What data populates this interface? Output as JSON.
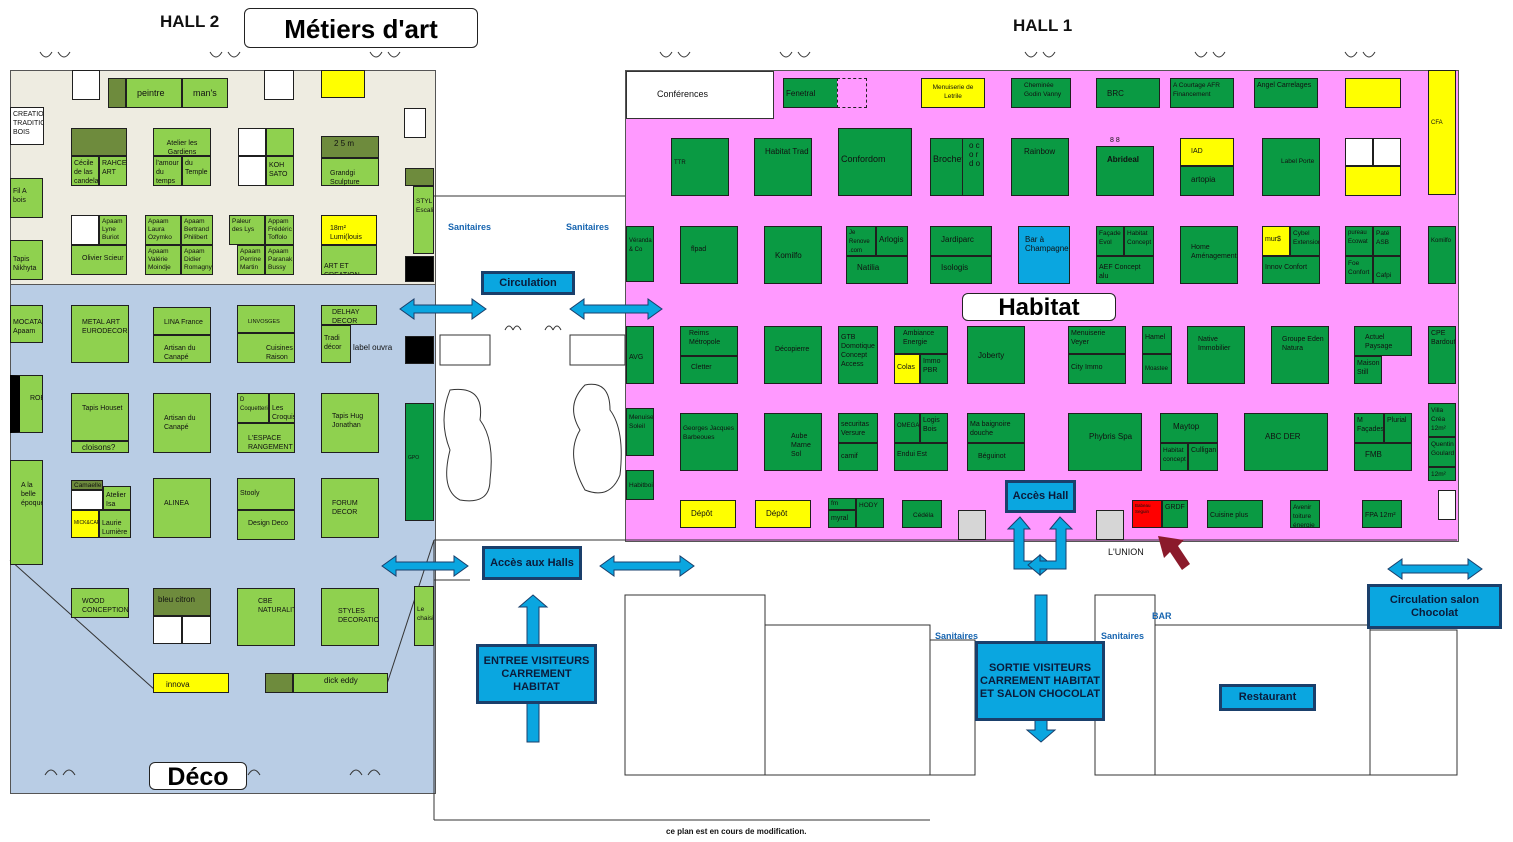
{
  "halls": {
    "hall2": "HALL 2",
    "hall1": "HALL 1"
  },
  "zones": {
    "metiers": "Métiers d'art",
    "deco": "Déco",
    "habitat": "Habitat"
  },
  "blue_labels": {
    "circulation": "Circulation",
    "acces_halls": "Accès aux Halls",
    "entree": "ENTREE VISITEURS CARREMENT HABITAT",
    "acces_hall": "Accès Hall",
    "sortie": "SORTIE VISITEURS CARREMENT HABITAT ET SALON CHOCOLAT",
    "restaurant": "Restaurant",
    "circulation_chocolat": "Circulation salon Chocolat"
  },
  "services": {
    "sanitaires_1": "Sanitaires",
    "sanitaires_2": "Sanitaires",
    "sanitaires_3": "Sanitaires",
    "sanitaires_4": "Sanitaires",
    "bar": "BAR",
    "lunion": "L'UNION",
    "conferences": "Conférences"
  },
  "footer": "ce plan est en cours de modification.",
  "colors": {
    "habitat": "#ff99ff",
    "metiers": "#eeece1",
    "deco": "#b9cde5",
    "stand_green": "#0a9a43",
    "stand_lightgreen": "#8fd14f",
    "yellow": "#ffff00",
    "blue_box": "#0aa6e0",
    "arrow": "#8b1a2b"
  },
  "hall2_stands": {
    "creation": "CREATION TRADITION BOIS",
    "fil": "Fil A bois",
    "tapis_nikhyta": "Tapis Nikhyta",
    "peintre": "peintre",
    "mans": "man's",
    "rahce": "RAHCE ART",
    "cecile": "Cécile de las candelas",
    "atelier_gardiens": "Atelier les Gardiens",
    "amour_temps": "l'amour du temps",
    "temple": "du Temple",
    "koh": "KOH SATO",
    "grandgi": "Grandgi Sculpture",
    "m25": "2 5 m",
    "apaam_lyne": "Apaam Lyne Buriot",
    "olivier": "Olivier Scieur",
    "apaam_laura": "Apaam Laura Ozymko",
    "apaam_valerie": "Apaam Valérie Moindje",
    "apaam_bertrand": "Apaam Bertrand Philibert",
    "apaam_didier": "Apaam Didier Romagny",
    "paleur": "Paleur des Lys",
    "apaam_perrine": "Apaam Perrine Martin",
    "apaam_frederic": "Appam Frédéric Toffolo",
    "apaam_paranak": "Apaam Paranak Bussy",
    "lumi": "18m² Lumi(louis",
    "art_creation": "ART ET CREATION",
    "styl": "STYL Escalier",
    "mocata": "MOCATA Apaam",
    "metal_art": "METAL ART EURODECOR",
    "lina": "LINA France",
    "artisan_canape1": "Artisan du Canapé",
    "linvosges": "LINVOSGES",
    "cuisines_raison": "Cuisines Raison",
    "delhay": "DELHAY DECOR",
    "tradi": "Tradi décor",
    "label_ouvra": "label ouvra",
    "robba": "ROBBA",
    "tapis_houset": "Tapis Houset",
    "cloisons": "cloisons?",
    "artisan_canape2": "Artisan du Canapé",
    "coquetteries": "D Coquetteries",
    "croquis": "Les Croquis",
    "espace_rangement": "L'ESPACE RANGEMENT",
    "tapis_hug": "Tapis Hug Jonathan",
    "gpo": "GPO",
    "belle_epoque": "A la belle époque",
    "camaelle": "Camaelle",
    "atelier_isa": "Atelier Isa",
    "mick": "MICK&CARO",
    "laurie": "Laurie Lumière",
    "alinea": "ALINEA",
    "stooly": "Stooly",
    "design_deco": "Design Deco",
    "forum": "FORUM DECOR",
    "wood": "WOOD CONCEPTION",
    "bleu_citron": "bleu citron",
    "cbe": "CBE NATURALIT",
    "styles_deco": "STYLES DECORATION",
    "chaisier": "Le chaisier",
    "innova": "innova",
    "dick": "dick eddy"
  },
  "hall1_stands": {
    "fenetral": "Fenetral",
    "menuiserie_letrille": "Menuiserie de Letrile",
    "cheminee": "Cheminée Godin Vanny",
    "brc": "BRC",
    "courtage": "A Courtage AFR Financement",
    "angel": "Angel Carrelages",
    "cfa": "CFA",
    "ttr": "TTR",
    "habitat_trad": "Habitat Trad",
    "confordom": "Confordom",
    "brochet": "Brochet",
    "ocordo": "o c o r d o",
    "rainbow": "Rainbow",
    "abrideal": "Abrideal",
    "abrideal_top": "8 8",
    "iad": "IAD",
    "artopia": "artopia",
    "label_porte": "Label Porte",
    "veranda": "Véranda & Co",
    "flpad": "flpad",
    "komilfo": "Komilfo",
    "je_renove": "Je Renove .com",
    "arlogis": "Arlogis",
    "natilia": "Natilia",
    "jardiparc": "Jardiparc",
    "isologis": "Isologis",
    "bar_champagne": "Bar à Champagne",
    "facade_evol": "Façade Evol",
    "habitat_concept": "Habitat Concept",
    "aef": "AEF Concept alu",
    "home_amenagement": "Home Aménagement",
    "murs": "mur$",
    "cybel": "Cybel Extension",
    "innov_confort": "Innov Confort",
    "pureau": "pureau Ecowat",
    "pate_asb": "Paté ASB",
    "foe_confort": "Foe Confort",
    "cafpi": "Cafpi",
    "komilfo2": "Komilfo",
    "avg": "AVG",
    "reims": "Reims Métropole",
    "cletter": "Cletter",
    "decopierre": "Décopierre",
    "gtb": "GTB Domotique Concept Access",
    "ambiance": "Ambiance Energie",
    "colas": "Colas",
    "immo_pbr": "Immo PBR",
    "joberty": "Joberty",
    "menuiserie_veyer": "Menuiserie Veyer",
    "city_immo": "City Immo",
    "hamel": "Hamel",
    "moastee": "Moastee",
    "native": "Native Immobilier",
    "groupe_eden": "Groupe Eden Natura",
    "actuel": "Actuel Paysage",
    "maison_still": "Maison Still",
    "cpe": "CPE Bardout",
    "menuiserie_soleil": "Menuiserie Soleil",
    "georges": "Georges Jacques Barbeoues",
    "aube": "Aube Marne Sol",
    "securitas": "securitas Versure",
    "camif": "camif",
    "omega": "OMEGA",
    "logis_bois": "Logis Bois",
    "endui": "Endui Est",
    "baignoire": "Ma baignoire douche",
    "begulnot": "Béguinot",
    "phybris": "Phybris Spa",
    "maytop": "Maytop",
    "habitat_concept2": "Habitat concept",
    "culligan": "Culligan",
    "abc_der": "ABC DER",
    "m_facades": "M Façades",
    "pluriel": "Plurial",
    "fmb": "FMB",
    "villa_crea": "Villa Créa 12m²",
    "quentin": "Quentin Goulard",
    "q12": "12m²",
    "habitbois": "Habitbois",
    "depot1": "Dépôt",
    "depot2": "Dépôt",
    "myral": "myral",
    "fm": "fm",
    "hody": "HODY",
    "cedelia": "Cédéla",
    "babeau": "Babeau Seguin",
    "grdf": "GRDF",
    "cuisine_plus": "Cuisine plus",
    "avenir_toiture": "Avenir toiture énergie",
    "fpa": "FPA 12m²"
  }
}
